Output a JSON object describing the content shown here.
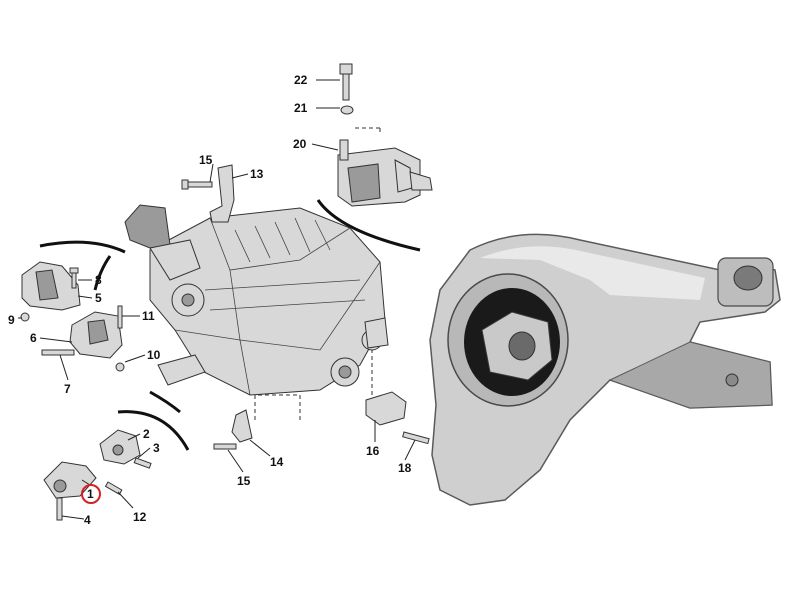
{
  "diagram": {
    "callouts": [
      {
        "id": "1",
        "text": "1",
        "highlighted": true
      },
      {
        "id": "2",
        "text": "2"
      },
      {
        "id": "3",
        "text": "3"
      },
      {
        "id": "4",
        "text": "4"
      },
      {
        "id": "5",
        "text": "5"
      },
      {
        "id": "6",
        "text": "6"
      },
      {
        "id": "7",
        "text": "7"
      },
      {
        "id": "8",
        "text": "8"
      },
      {
        "id": "9",
        "text": "9"
      },
      {
        "id": "10",
        "text": "10"
      },
      {
        "id": "11",
        "text": "11"
      },
      {
        "id": "12",
        "text": "12"
      },
      {
        "id": "13",
        "text": "13"
      },
      {
        "id": "14",
        "text": "14"
      },
      {
        "id": "15a",
        "text": "15"
      },
      {
        "id": "15b",
        "text": "15"
      },
      {
        "id": "16",
        "text": "16"
      },
      {
        "id": "18",
        "text": "18"
      },
      {
        "id": "20",
        "text": "20"
      },
      {
        "id": "21",
        "text": "21"
      },
      {
        "id": "22",
        "text": "22"
      }
    ],
    "highlight_color": "#d62020"
  }
}
